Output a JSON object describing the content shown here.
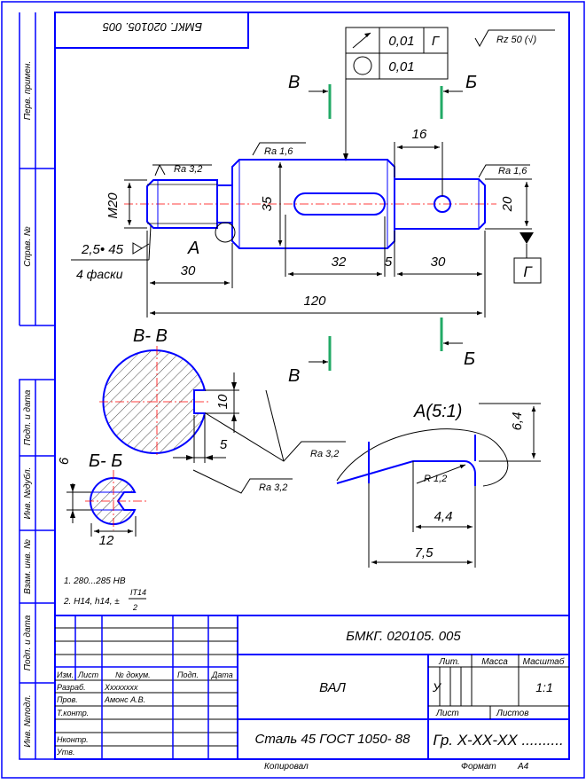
{
  "document": {
    "stamp_top_code": "БМКГ. 020105. 005",
    "title_block": {
      "designation": "БМКГ. 020105. 005",
      "name": "ВАЛ",
      "material": "Сталь 45 ГОСТ 1050- 88",
      "group": "Гр. Х-ХХ-ХХ ..........",
      "lit_label": "Лит.",
      "mass_label": "Масса",
      "scale_label": "Масштаб",
      "lit_value": "У",
      "scale_value": "1:1",
      "sheet_label": "Лист",
      "sheets_label": "Листов",
      "row_labels": [
        "Изм.",
        "Лист",
        "№ докум.",
        "Подп.",
        "Дата"
      ],
      "roles": [
        "Разраб.",
        "Пров.",
        "Т.контр.",
        "Нконтр.",
        "Утв."
      ],
      "developer": "Хххххххх",
      "checker": "Амонс А.В.",
      "copied": "Копировал",
      "format_label": "Формат",
      "format_value": "А4"
    },
    "side_strip": {
      "labels": [
        "Перв. примен.",
        "Справ. №",
        "Подп. и дата",
        "Инв. №дубл.",
        "Взам. инв. №",
        "Подп. и дата",
        "Инв. №подл."
      ]
    },
    "tolerance_frame": {
      "rows": [
        {
          "symbol": "runout-icon",
          "value": "0,01",
          "datum": "Г"
        },
        {
          "symbol": "circularity-icon",
          "value": "0,01"
        }
      ]
    },
    "roughness_general": "Rz 50 (√)",
    "main_view": {
      "section_arrows": {
        "left": "В",
        "right": "Б"
      },
      "roughness": [
        "Ra 3,2",
        "Ra 1,6",
        "Ra 1,6"
      ],
      "dims": {
        "thread": "M20",
        "dia35": "35",
        "dia20": "20",
        "key_len": "32",
        "gap": "5",
        "right_len": "30",
        "top16": "16",
        "left_len": "30",
        "total": "120"
      },
      "detail_marker": "А",
      "datum_label": "Г",
      "chamfer_note": "2,5• 45",
      "chamfer_count": "4 фаски"
    },
    "section_vv": {
      "title": "В- В",
      "depth": "10",
      "width": "5",
      "roughness_a": "Ra 3,2",
      "roughness_b": "Ra 3,2",
      "cut_label": "В"
    },
    "section_bb": {
      "title": "Б- Б",
      "width": "12",
      "dia": "6",
      "cut_label": "Б"
    },
    "detail_a": {
      "title": "А(5:1)",
      "radius": "R 1,2",
      "dim1": "4,4",
      "dim2": "7,5",
      "dia": "6,4"
    },
    "notes": [
      "1. 280...285 НВ",
      "2. Н14, h14, ±"
    ],
    "note_fraction": {
      "num": "IT14",
      "den": "2"
    }
  }
}
